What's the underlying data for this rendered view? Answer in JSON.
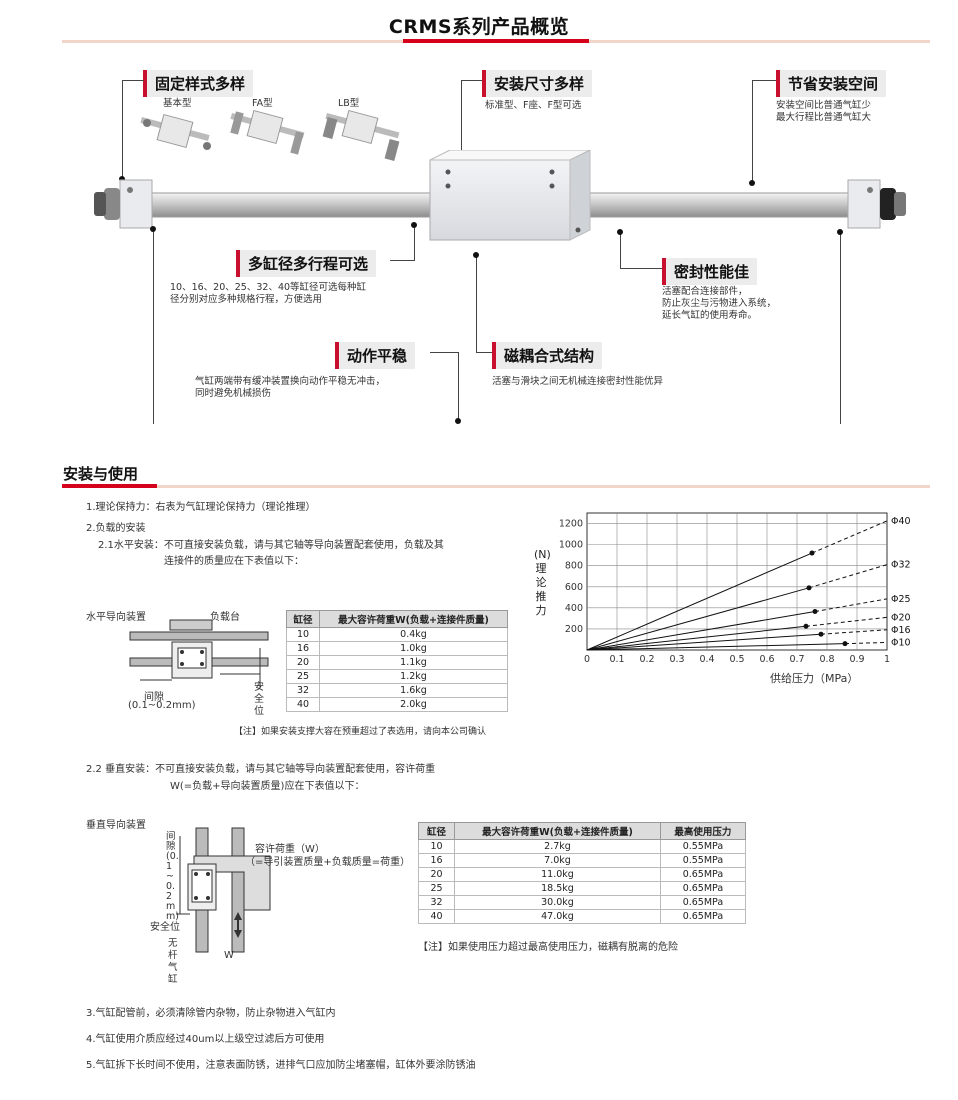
{
  "header": {
    "title": "CRMS系列产品概览"
  },
  "callouts": {
    "fixed": {
      "title": "固定样式多样",
      "types": [
        "基本型",
        "FA型",
        "LB型"
      ]
    },
    "mount": {
      "title": "安装尺寸多样",
      "desc": "标准型、F座、F型可选"
    },
    "space": {
      "title": "节省安装空间",
      "lines": [
        "安装空间比普通气缸少",
        "最大行程比普通气缸大"
      ]
    },
    "bore": {
      "title": "多缸径多行程可选",
      "lines": [
        "10、16、20、25、32、40等缸径可选每种缸",
        "径分别对应多种规格行程，方便选用"
      ]
    },
    "seal": {
      "title": "密封性能佳",
      "lines": [
        "活塞配合连接部件，",
        "防止灰尘与污物进入系统，",
        "延长气缸的使用寿命。"
      ]
    },
    "smooth": {
      "title": "动作平稳",
      "lines": [
        "气缸两端带有缓冲装置换向动作平稳无冲击，",
        "同时避免机械损伤"
      ]
    },
    "magnetic": {
      "title": "磁耦合式结构",
      "desc": "活塞与滑块之间无机械连接密封性能优异"
    }
  },
  "section": {
    "title": "安装与使用"
  },
  "items": {
    "item1": "1.理论保持力：右表为气缸理论保持力（理论推理）",
    "item2": "2.负载的安装",
    "item21": [
      "2.1水平安装：不可直接安装负载，请与其它轴等导向装置配套使用，负载及其",
      "连接件的质量应在下表值以下："
    ],
    "item22": [
      "2.2  垂直安装：不可直接安装负载，请与其它轴等导向装置配套使用，容许荷重",
      "W(=负载+导向装置质量)应在下表值以下："
    ],
    "item3": "3.气缸配管前，必须清除管内杂物，防止杂物进入气缸内",
    "item4": "4.气缸使用介质应经过40um以上级空过滤后方可使用",
    "item5": "5.气缸拆下长时间不使用，注意表面防锈，进排气口应加防尘堵塞帽，缸体外要涂防锈油"
  },
  "diagram_h": {
    "title": "水平导向装置",
    "load_label": "负载台",
    "gap_label": "间隙",
    "gap_range": "(0.1~0.2mm)",
    "safety_label": [
      "安",
      "全",
      "位"
    ]
  },
  "table_h": {
    "headers": [
      "缸径",
      "最大容许荷重W(负载+连接件质量)"
    ],
    "rows": [
      [
        "10",
        "0.4kg"
      ],
      [
        "16",
        "1.0kg"
      ],
      [
        "20",
        "1.1kg"
      ],
      [
        "25",
        "1.2kg"
      ],
      [
        "32",
        "1.6kg"
      ],
      [
        "40",
        "2.0kg"
      ]
    ],
    "note": "【注】如果安装支撑大容在预重超过了表选用，请向本公司确认"
  },
  "diagram_v": {
    "title": "垂直导向装置",
    "load_label": [
      "容许荷重（W）",
      "（=导引装置质量+负载质量=荷重）"
    ],
    "gap_text": "间隙(0.1~0.2mm)",
    "safety_label": "安全位",
    "nopipe_label": [
      "无",
      "杆",
      "气",
      "缸"
    ],
    "w_label": "W"
  },
  "table_v": {
    "headers": [
      "缸径",
      "最大容许荷重W(负载+连接件质量)",
      "最高使用压力"
    ],
    "rows": [
      [
        "10",
        "2.7kg",
        "0.55MPa"
      ],
      [
        "16",
        "7.0kg",
        "0.55MPa"
      ],
      [
        "20",
        "11.0kg",
        "0.65MPa"
      ],
      [
        "25",
        "18.5kg",
        "0.65MPa"
      ],
      [
        "32",
        "30.0kg",
        "0.65MPa"
      ],
      [
        "40",
        "47.0kg",
        "0.65MPa"
      ]
    ],
    "note": "【注】如果使用压力超过最高使用压力，磁耦有脱离的危险"
  },
  "chart_data": {
    "type": "line",
    "xlabel": "供给压力（MPa）",
    "ylabel": "理论推力",
    "ylabel_chars": [
      "(N)",
      "理",
      "论",
      "推",
      "力"
    ],
    "xlim": [
      0,
      1.0
    ],
    "ylim": [
      0,
      1300
    ],
    "xticks": [
      0,
      0.1,
      0.2,
      0.3,
      0.4,
      0.5,
      0.6,
      0.7,
      0.8,
      0.9,
      1.0
    ],
    "yticks": [
      200,
      400,
      600,
      800,
      1000,
      1200
    ],
    "grid": true,
    "series": [
      {
        "name": "Φ40",
        "solid": [
          [
            0,
            0
          ],
          [
            0.75,
            920
          ]
        ],
        "dashed": [
          [
            0.75,
            920
          ],
          [
            1.0,
            1225
          ]
        ],
        "end_y": 1225
      },
      {
        "name": "Φ32",
        "solid": [
          [
            0,
            0
          ],
          [
            0.74,
            590
          ]
        ],
        "dashed": [
          [
            0.74,
            590
          ],
          [
            1.0,
            810
          ]
        ],
        "end_y": 810
      },
      {
        "name": "Φ25",
        "solid": [
          [
            0,
            0
          ],
          [
            0.76,
            365
          ]
        ],
        "dashed": [
          [
            0.76,
            365
          ],
          [
            1.0,
            485
          ]
        ],
        "end_y": 485
      },
      {
        "name": "Φ20",
        "solid": [
          [
            0,
            0
          ],
          [
            0.73,
            225
          ]
        ],
        "dashed": [
          [
            0.73,
            225
          ],
          [
            1.0,
            310
          ]
        ],
        "end_y": 310
      },
      {
        "name": "Φ16",
        "solid": [
          [
            0,
            0
          ],
          [
            0.78,
            150
          ]
        ],
        "dashed": [
          [
            0.78,
            150
          ],
          [
            1.0,
            192
          ]
        ],
        "end_y": 192
      },
      {
        "name": "Φ10",
        "solid": [
          [
            0,
            0
          ],
          [
            0.86,
            60
          ]
        ],
        "dashed": [
          [
            0.86,
            60
          ],
          [
            1.0,
            72
          ]
        ],
        "end_y": 72
      }
    ]
  }
}
